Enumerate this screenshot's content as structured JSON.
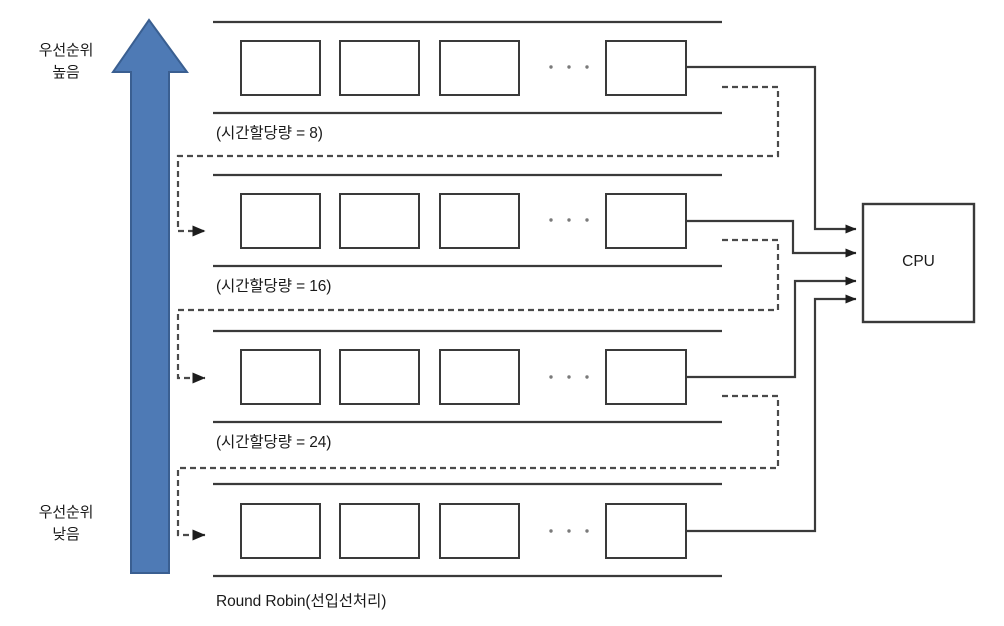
{
  "diagram": {
    "title_visible": false,
    "colors": {
      "arrow_fill": "#4E7AB5",
      "arrow_stroke": "#3A5F91",
      "line": "#3A3A3A",
      "box_stroke": "#3A3A3A",
      "text": "#1a1a1a",
      "background": "#ffffff"
    },
    "priority_axis": {
      "high_label": "우선순위\n높음",
      "high_label_line1": "우선순위",
      "high_label_line2": "높음",
      "low_label_line1": "우선순위",
      "low_label_line2": "낮음",
      "icon": "up-arrow-icon"
    },
    "cpu": {
      "label": "CPU"
    },
    "ellipsis_glyph": "...",
    "queues": [
      {
        "index": 1,
        "label": "(시간할당량 = 8)",
        "quantum": 8,
        "slot_count": 4,
        "has_feedback_arrow_in": false,
        "feedback_out": true
      },
      {
        "index": 2,
        "label": "(시간할당량 = 16)",
        "quantum": 16,
        "slot_count": 4,
        "has_feedback_arrow_in": true,
        "feedback_out": true
      },
      {
        "index": 3,
        "label": "(시간할당량 = 24)",
        "quantum": 24,
        "slot_count": 4,
        "has_feedback_arrow_in": true,
        "feedback_out": true
      },
      {
        "index": 4,
        "label": "Round Robin(선입선처리)",
        "quantum": null,
        "slot_count": 4,
        "has_feedback_arrow_in": true,
        "feedback_out": false
      }
    ]
  }
}
